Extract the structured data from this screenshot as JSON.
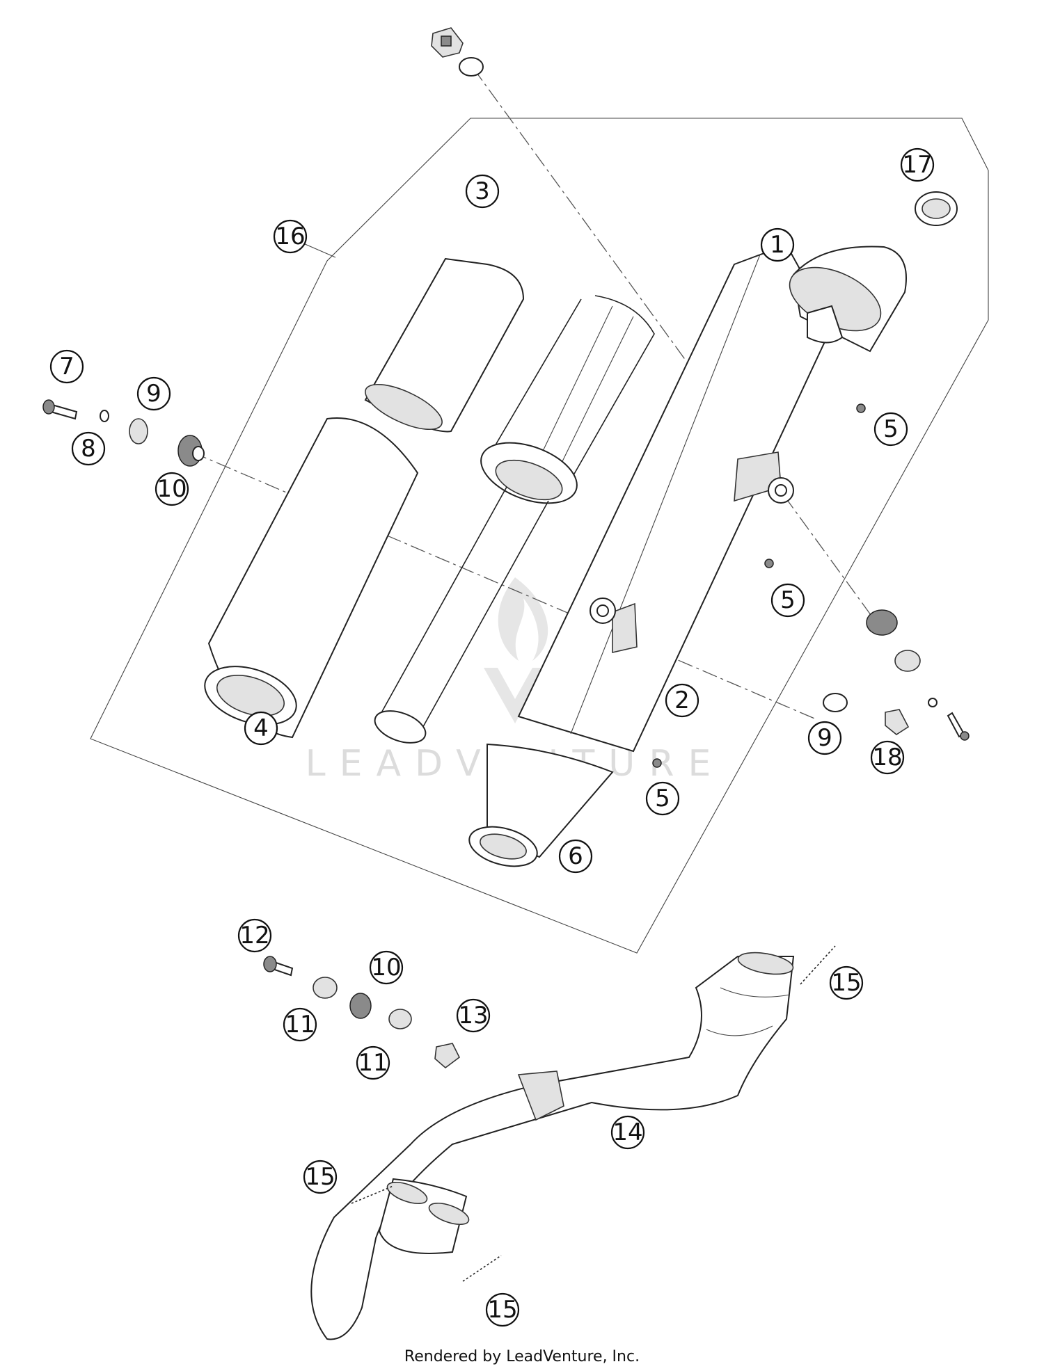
{
  "diagram": {
    "watermark": "LEADVENTURE",
    "footer": "Rendered by LeadVenture, Inc.",
    "callouts": [
      {
        "id": "c1",
        "label": "1"
      },
      {
        "id": "c2",
        "label": "2"
      },
      {
        "id": "c3",
        "label": "3"
      },
      {
        "id": "c4",
        "label": "4"
      },
      {
        "id": "c5a",
        "label": "5"
      },
      {
        "id": "c5b",
        "label": "5"
      },
      {
        "id": "c5c",
        "label": "5"
      },
      {
        "id": "c6",
        "label": "6"
      },
      {
        "id": "c7",
        "label": "7"
      },
      {
        "id": "c8",
        "label": "8"
      },
      {
        "id": "c9a",
        "label": "9"
      },
      {
        "id": "c9b",
        "label": "9"
      },
      {
        "id": "c10a",
        "label": "10"
      },
      {
        "id": "c10b",
        "label": "10"
      },
      {
        "id": "c11a",
        "label": "11"
      },
      {
        "id": "c11b",
        "label": "11"
      },
      {
        "id": "c12",
        "label": "12"
      },
      {
        "id": "c13",
        "label": "13"
      },
      {
        "id": "c14",
        "label": "14"
      },
      {
        "id": "c15a",
        "label": "15"
      },
      {
        "id": "c15b",
        "label": "15"
      },
      {
        "id": "c15c",
        "label": "15"
      },
      {
        "id": "c16",
        "label": "16"
      },
      {
        "id": "c17",
        "label": "17"
      },
      {
        "id": "c18",
        "label": "18"
      }
    ]
  }
}
